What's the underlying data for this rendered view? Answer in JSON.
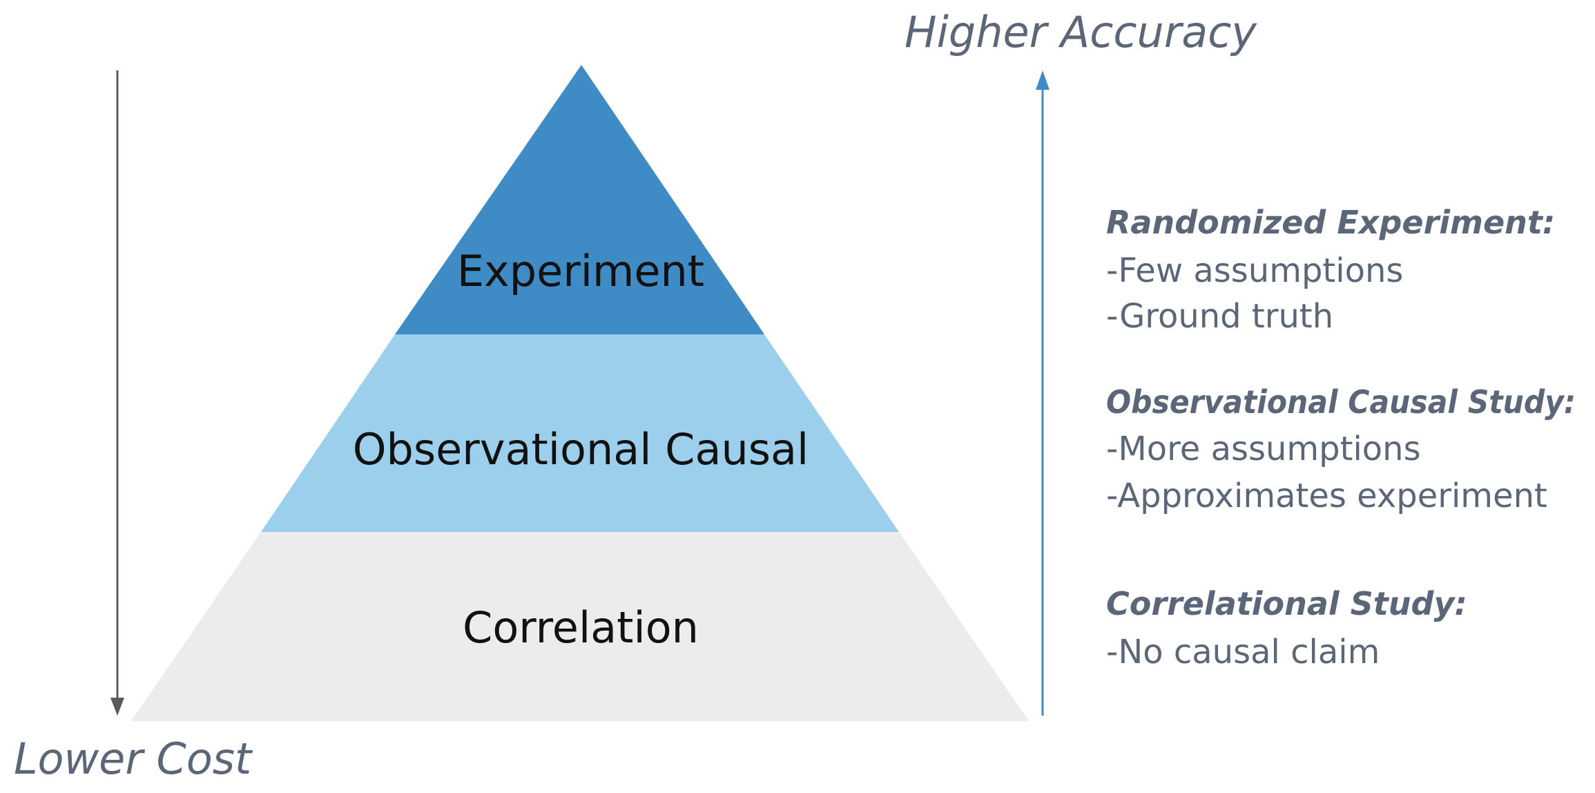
{
  "colors": {
    "tier_top": "#3f8bc6",
    "tier_middle": "#9ccfec",
    "tier_bottom": "#ececec",
    "cost_arrow": "#5a5a5a",
    "accuracy_arrow": "#3f8bc6",
    "annotation_text": "#5b6678",
    "tier_text": "#111111"
  },
  "pyramid": {
    "tiers": [
      {
        "label": "Experiment"
      },
      {
        "label": "Observational Causal"
      },
      {
        "label": "Correlation"
      }
    ]
  },
  "axes": {
    "cost_label": "Lower Cost",
    "accuracy_label": "Higher Accuracy"
  },
  "notes": [
    {
      "heading": "Randomized Experiment:",
      "lines": [
        "-Few assumptions",
        "-Ground truth"
      ]
    },
    {
      "heading": "Observational Causal Study:",
      "lines": [
        "-More assumptions",
        "-Approximates experiment"
      ]
    },
    {
      "heading": "Correlational Study:",
      "lines": [
        "-No causal claim"
      ]
    }
  ]
}
